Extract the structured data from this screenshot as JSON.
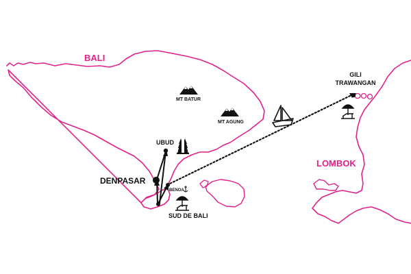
{
  "labels": {
    "bali": "BALI",
    "lombok": "LOMBOK",
    "mt_batur": "MT BATUR",
    "mt_agung": "MT AGUNG",
    "ubud": "UBUD",
    "denpasar": "DENPASAR",
    "benoa": "BENOA",
    "sud_de_bali": "SUD DE BALI",
    "gili_line1": "GILI",
    "gili_line2": "TRAWANGAN"
  },
  "colors": {
    "island_outline": "#e0218a",
    "island_label": "#e0218a",
    "text": "#111111",
    "route": "#111111",
    "background": "#ffffff"
  },
  "icons": [
    "mountain-icon",
    "temple-icon",
    "sailboat-icon",
    "beach-umbrella-icon",
    "anchor-icon",
    "pin-icon"
  ]
}
